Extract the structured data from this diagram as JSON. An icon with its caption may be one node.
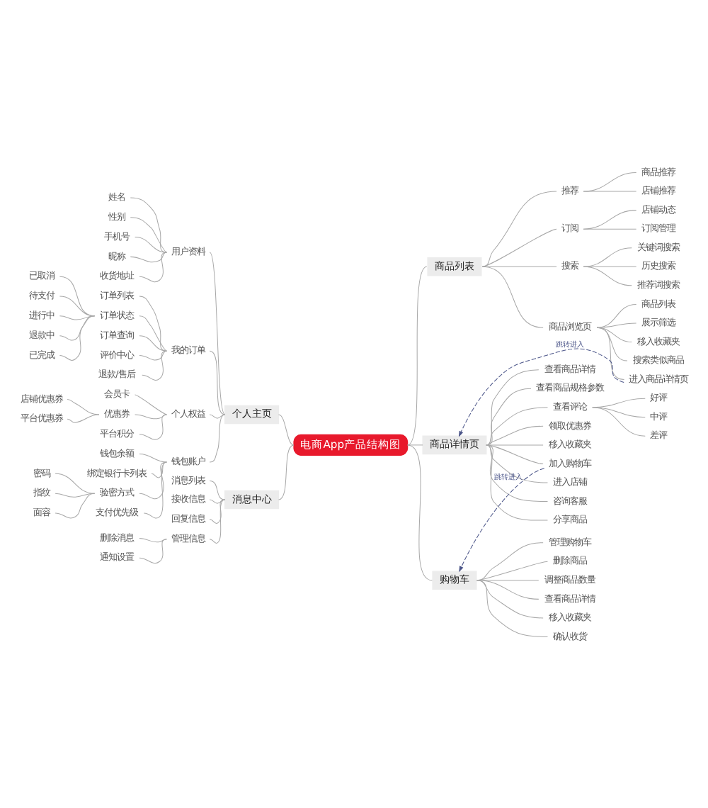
{
  "diagram": {
    "nodes": [
      {
        "text": [
          "电商App产品结构图"
        ]
      },
      {
        "text": [
          "个人主页"
        ]
      },
      {
        "text": [
          "用户资料"
        ]
      },
      {
        "text": [
          "姓名"
        ]
      },
      {
        "text": [
          "性别"
        ]
      },
      {
        "text": [
          "手机号"
        ]
      },
      {
        "text": [
          "昵称"
        ]
      },
      {
        "text": [
          "收货地址"
        ]
      },
      {
        "text": [
          "我的订单"
        ]
      },
      {
        "text": [
          "订单列表"
        ]
      },
      {
        "text": [
          "订单状态"
        ]
      },
      {
        "text": [
          "已取消"
        ]
      },
      {
        "text": [
          "待支付"
        ]
      },
      {
        "text": [
          "进行中"
        ]
      },
      {
        "text": [
          "退款中"
        ]
      },
      {
        "text": [
          "已完成"
        ]
      },
      {
        "text": [
          "订单查询"
        ]
      },
      {
        "text": [
          "评价中心"
        ]
      },
      {
        "text": [
          "退款/售后"
        ]
      },
      {
        "text": [
          "个人权益"
        ]
      },
      {
        "text": [
          "会员卡"
        ]
      },
      {
        "text": [
          "优惠券"
        ]
      },
      {
        "text": [
          "店铺优惠券"
        ]
      },
      {
        "text": [
          "平台优惠券"
        ]
      },
      {
        "text": [
          "平台积分"
        ]
      },
      {
        "text": [
          "钱包账户"
        ]
      },
      {
        "text": [
          "钱包余额"
        ]
      },
      {
        "text": [
          "绑定银行卡列表"
        ]
      },
      {
        "text": [
          "验密方式"
        ]
      },
      {
        "text": [
          "密码"
        ]
      },
      {
        "text": [
          "指纹"
        ]
      },
      {
        "text": [
          "面容"
        ]
      },
      {
        "text": [
          "支付优先级"
        ]
      },
      {
        "text": [
          "消息中心"
        ]
      },
      {
        "text": [
          "消息列表"
        ]
      },
      {
        "text": [
          "接收信息"
        ]
      },
      {
        "text": [
          "回复信息"
        ]
      },
      {
        "text": [
          "管理信息"
        ]
      },
      {
        "text": [
          "删除消息"
        ]
      },
      {
        "text": [
          "通知设置"
        ]
      },
      {
        "text": [
          "商品列表"
        ]
      },
      {
        "text": [
          "推荐"
        ]
      },
      {
        "text": [
          "商品推荐"
        ]
      },
      {
        "text": [
          "店铺推荐"
        ]
      },
      {
        "text": [
          "订阅"
        ]
      },
      {
        "text": [
          "店铺动态"
        ]
      },
      {
        "text": [
          "订阅管理"
        ]
      },
      {
        "text": [
          "搜索"
        ]
      },
      {
        "text": [
          "关键词搜索"
        ]
      },
      {
        "text": [
          "历史搜索"
        ]
      },
      {
        "text": [
          "推荐词搜索"
        ]
      },
      {
        "text": [
          "商品浏览页"
        ]
      },
      {
        "text": [
          "商品列表"
        ]
      },
      {
        "text": [
          "展示筛选"
        ]
      },
      {
        "text": [
          "移入收藏夹"
        ]
      },
      {
        "text": [
          "搜索类似商品"
        ]
      },
      {
        "text": [
          "进入商品详情页"
        ]
      },
      {
        "text": [
          "商品详情页"
        ]
      },
      {
        "text": [
          "查看商品详情"
        ]
      },
      {
        "text": [
          "查看商品规格参数"
        ]
      },
      {
        "text": [
          "查看评论"
        ]
      },
      {
        "text": [
          "好评"
        ]
      },
      {
        "text": [
          "中评"
        ]
      },
      {
        "text": [
          "差评"
        ]
      },
      {
        "text": [
          "领取优惠券"
        ]
      },
      {
        "text": [
          "移入收藏夹"
        ]
      },
      {
        "text": [
          "加入购物车"
        ]
      },
      {
        "text": [
          "进入店铺"
        ]
      },
      {
        "text": [
          "咨询客服"
        ]
      },
      {
        "text": [
          "分享商品"
        ]
      },
      {
        "text": [
          "购物车"
        ]
      },
      {
        "text": [
          "管理购物车"
        ]
      },
      {
        "text": [
          "删除商品"
        ]
      },
      {
        "text": [
          "调整商品数量"
        ]
      },
      {
        "text": [
          "查看商品详情"
        ]
      },
      {
        "text": [
          "移入收藏夹"
        ]
      },
      {
        "text": [
          "确认收货"
        ]
      }
    ],
    "edges": [
      {
        "from": 0,
        "to": 1,
        "arrow": "none"
      },
      {
        "from": 1,
        "to": 2,
        "arrow": "none"
      },
      {
        "from": 2,
        "to": 3,
        "arrow": "none"
      },
      {
        "from": 2,
        "to": 4,
        "arrow": "none"
      },
      {
        "from": 2,
        "to": 5,
        "arrow": "none"
      },
      {
        "from": 2,
        "to": 6,
        "arrow": "none"
      },
      {
        "from": 2,
        "to": 7,
        "arrow": "none"
      },
      {
        "from": 1,
        "to": 8,
        "arrow": "none"
      },
      {
        "from": 8,
        "to": 9,
        "arrow": "none"
      },
      {
        "from": 8,
        "to": 10,
        "arrow": "none"
      },
      {
        "from": 10,
        "to": 11,
        "arrow": "none"
      },
      {
        "from": 10,
        "to": 12,
        "arrow": "none"
      },
      {
        "from": 10,
        "to": 13,
        "arrow": "none"
      },
      {
        "from": 10,
        "to": 14,
        "arrow": "none"
      },
      {
        "from": 10,
        "to": 15,
        "arrow": "none"
      },
      {
        "from": 8,
        "to": 16,
        "arrow": "none"
      },
      {
        "from": 8,
        "to": 17,
        "arrow": "none"
      },
      {
        "from": 8,
        "to": 18,
        "arrow": "none"
      },
      {
        "from": 1,
        "to": 19,
        "arrow": "none"
      },
      {
        "from": 19,
        "to": 20,
        "arrow": "none"
      },
      {
        "from": 19,
        "to": 21,
        "arrow": "none"
      },
      {
        "from": 21,
        "to": 22,
        "arrow": "none"
      },
      {
        "from": 21,
        "to": 23,
        "arrow": "none"
      },
      {
        "from": 19,
        "to": 24,
        "arrow": "none"
      },
      {
        "from": 1,
        "to": 25,
        "arrow": "none"
      },
      {
        "from": 25,
        "to": 26,
        "arrow": "none"
      },
      {
        "from": 25,
        "to": 27,
        "arrow": "none"
      },
      {
        "from": 25,
        "to": 28,
        "arrow": "none"
      },
      {
        "from": 28,
        "to": 29,
        "arrow": "none"
      },
      {
        "from": 28,
        "to": 30,
        "arrow": "none"
      },
      {
        "from": 28,
        "to": 31,
        "arrow": "none"
      },
      {
        "from": 25,
        "to": 32,
        "arrow": "none"
      },
      {
        "from": 0,
        "to": 33,
        "arrow": "none"
      },
      {
        "from": 33,
        "to": 34,
        "arrow": "none"
      },
      {
        "from": 33,
        "to": 35,
        "arrow": "none"
      },
      {
        "from": 33,
        "to": 36,
        "arrow": "none"
      },
      {
        "from": 33,
        "to": 37,
        "arrow": "none"
      },
      {
        "from": 37,
        "to": 38,
        "arrow": "none"
      },
      {
        "from": 37,
        "to": 39,
        "arrow": "none"
      },
      {
        "from": 0,
        "to": 40,
        "arrow": "none"
      },
      {
        "from": 40,
        "to": 41,
        "arrow": "none"
      },
      {
        "from": 41,
        "to": 42,
        "arrow": "none"
      },
      {
        "from": 41,
        "to": 43,
        "arrow": "none"
      },
      {
        "from": 40,
        "to": 44,
        "arrow": "none"
      },
      {
        "from": 44,
        "to": 45,
        "arrow": "none"
      },
      {
        "from": 44,
        "to": 46,
        "arrow": "none"
      },
      {
        "from": 40,
        "to": 47,
        "arrow": "none"
      },
      {
        "from": 47,
        "to": 48,
        "arrow": "none"
      },
      {
        "from": 47,
        "to": 49,
        "arrow": "none"
      },
      {
        "from": 47,
        "to": 50,
        "arrow": "none"
      },
      {
        "from": 40,
        "to": 51,
        "arrow": "none"
      },
      {
        "from": 51,
        "to": 52,
        "arrow": "none"
      },
      {
        "from": 51,
        "to": 53,
        "arrow": "none"
      },
      {
        "from": 51,
        "to": 54,
        "arrow": "none"
      },
      {
        "from": 51,
        "to": 55,
        "arrow": "none"
      },
      {
        "from": 51,
        "to": 56,
        "arrow": "none"
      },
      {
        "from": 0,
        "to": 57,
        "arrow": "none"
      },
      {
        "from": 57,
        "to": 58,
        "arrow": "none"
      },
      {
        "from": 57,
        "to": 59,
        "arrow": "none"
      },
      {
        "from": 57,
        "to": 60,
        "arrow": "none"
      },
      {
        "from": 60,
        "to": 61,
        "arrow": "none"
      },
      {
        "from": 60,
        "to": 62,
        "arrow": "none"
      },
      {
        "from": 60,
        "to": 63,
        "arrow": "none"
      },
      {
        "from": 57,
        "to": 64,
        "arrow": "none"
      },
      {
        "from": 57,
        "to": 65,
        "arrow": "none"
      },
      {
        "from": 57,
        "to": 66,
        "arrow": "none"
      },
      {
        "from": 57,
        "to": 67,
        "arrow": "none"
      },
      {
        "from": 57,
        "to": 68,
        "arrow": "none"
      },
      {
        "from": 57,
        "to": 69,
        "arrow": "none"
      },
      {
        "from": 0,
        "to": 70,
        "arrow": "none"
      },
      {
        "from": 70,
        "to": 71,
        "arrow": "none"
      },
      {
        "from": 70,
        "to": 72,
        "arrow": "none"
      },
      {
        "from": 70,
        "to": 73,
        "arrow": "none"
      },
      {
        "from": 70,
        "to": 74,
        "arrow": "none"
      },
      {
        "from": 70,
        "to": 75,
        "arrow": "none"
      },
      {
        "from": 70,
        "to": 76,
        "arrow": "none"
      },
      {
        "from": 56,
        "to": 57,
        "arrow": "to",
        "label": "跳转进入",
        "style": "dashed",
        "color": "#4a5488"
      },
      {
        "from": 66,
        "to": 70,
        "arrow": "to",
        "label": "跳转进入",
        "style": "dashed",
        "color": "#4a5488"
      }
    ]
  }
}
